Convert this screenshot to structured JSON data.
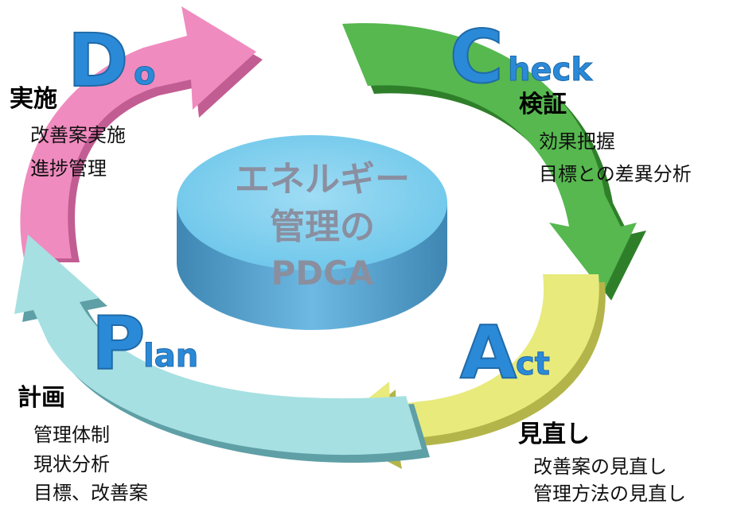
{
  "center": {
    "line1": "エネルギー",
    "line2": "管理の",
    "line3": "PDCA"
  },
  "phases": {
    "do": {
      "big_letter": "D",
      "rest": "o",
      "title": "実施",
      "items": [
        "改善案実施",
        "進捗管理"
      ],
      "color": "#f08bbf",
      "color_dark": "#c25d93",
      "letter_color": "#2b8ad8"
    },
    "check": {
      "big_letter": "C",
      "rest": "heck",
      "title": "検証",
      "items": [
        "効果把握",
        "目標との差異分析"
      ],
      "color": "#56b84f",
      "color_dark": "#2f7f2a",
      "letter_color": "#2b8ad8"
    },
    "act": {
      "big_letter": "A",
      "rest": "ct",
      "title": "見直し",
      "items": [
        "改善案の見直し",
        "管理方法の見直し"
      ],
      "color": "#e8ea7c",
      "color_dark": "#b3b54a",
      "letter_color": "#2b8ad8"
    },
    "plan": {
      "big_letter": "P",
      "rest": "lan",
      "title": "計画",
      "items": [
        "管理体制",
        "現状分析",
        "目標、改善案"
      ],
      "color": "#a6e0e2",
      "color_dark": "#5f9fa6",
      "letter_color": "#2b8ad8"
    }
  },
  "colors": {
    "disc_top": "#7fd1ee",
    "disc_side": "#4f9ec8",
    "center_text": "#8a8fa0"
  }
}
